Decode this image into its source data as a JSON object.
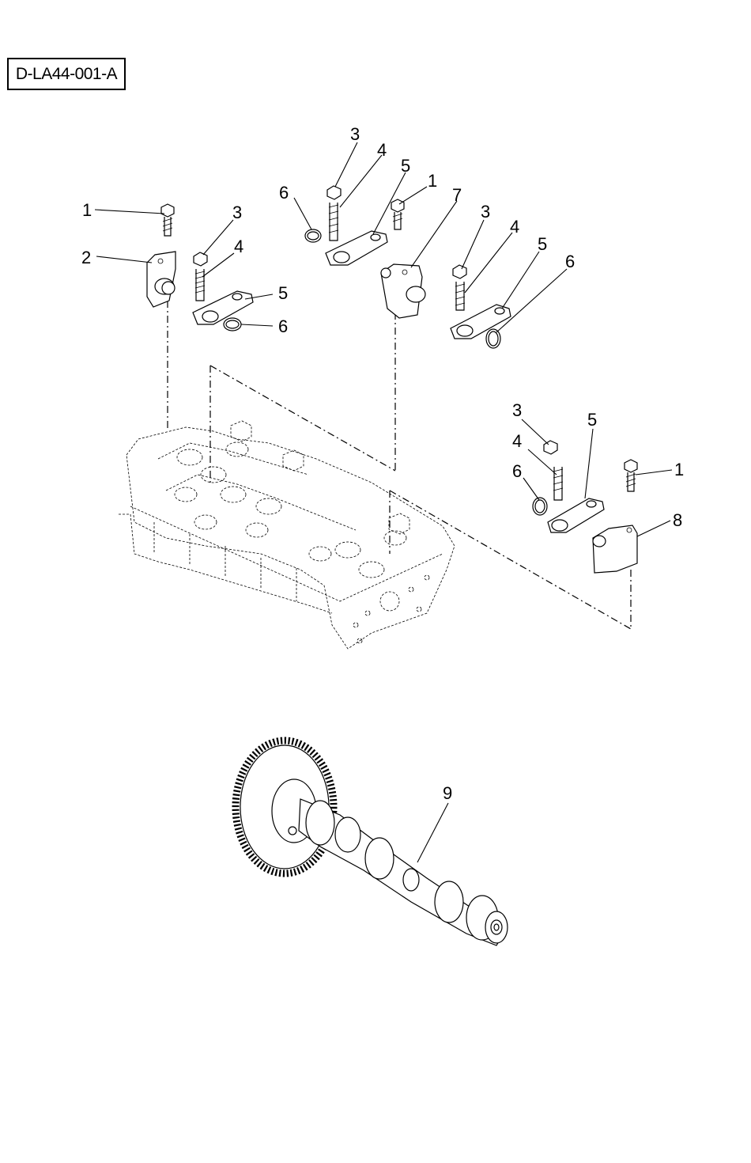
{
  "diagram_code": "D-LA44-001-A",
  "callouts": {
    "c1a": "1",
    "c2": "2",
    "c3a": "3",
    "c4a": "4",
    "c5a": "5",
    "c6a": "6",
    "c3b": "3",
    "c4b": "4",
    "c5b": "5",
    "c6b": "6",
    "c1b": "1",
    "c7": "7",
    "c3c": "3",
    "c4c": "4",
    "c5c": "5",
    "c6c": "6",
    "c3d": "3",
    "c4d": "4",
    "c5d": "5",
    "c6d": "6",
    "c1c": "1",
    "c8": "8",
    "c9": "9"
  }
}
